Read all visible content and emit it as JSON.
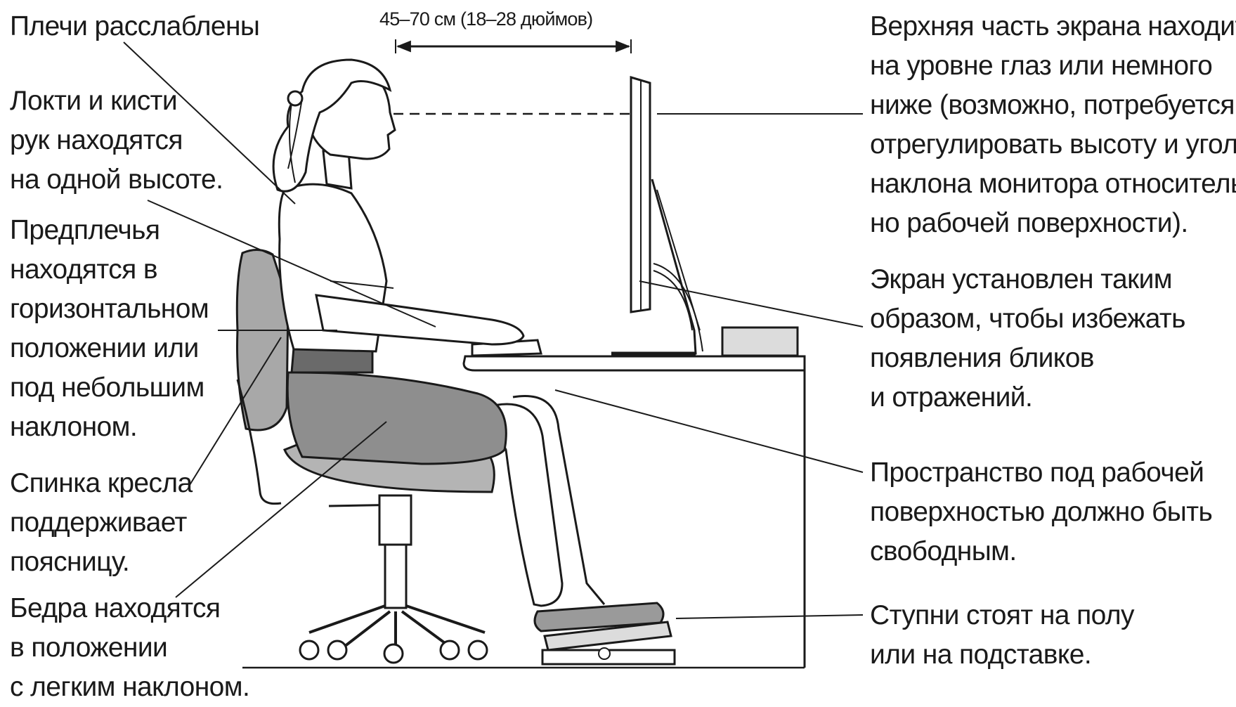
{
  "distance_label": "45–70 см (18–28 дюймов)",
  "labels": {
    "shoulders": [
      "Плечи расслаблены"
    ],
    "elbows": [
      "Локти и кисти",
      "рук находятся",
      "на одной высоте."
    ],
    "forearms": [
      "Предплечья",
      "находятся в",
      "горизонтальном",
      "положении или",
      "под небольшим",
      "наклоном."
    ],
    "chair_back": [
      "Спинка кресла",
      "поддерживает",
      "поясницу."
    ],
    "thighs": [
      "Бедра находятся",
      "в положении",
      "с легким наклоном."
    ],
    "screen_top": [
      "Верхняя часть экрана находится",
      "на уровне глаз или немного",
      "ниже (возможно, потребуется",
      "отрегулировать высоту и угол",
      "наклона монитора относитель",
      "но рабочей поверхности)."
    ],
    "screen_glare": [
      "Экран установлен таким",
      "образом, чтобы избежать",
      "появления бликов",
      "и отражений."
    ],
    "under_desk": [
      "Пространство под рабочей",
      "поверхностью должно быть",
      "свободным."
    ],
    "feet": [
      "Ступни стоят на полу",
      "или на подставке."
    ]
  },
  "colors": {
    "ink": "#1a1a1a",
    "chair_fill": "#a8a8a8",
    "skirt_fill": "#8e8e8e",
    "belt_fill": "#6a6a6a",
    "paper": "#ffffff"
  }
}
